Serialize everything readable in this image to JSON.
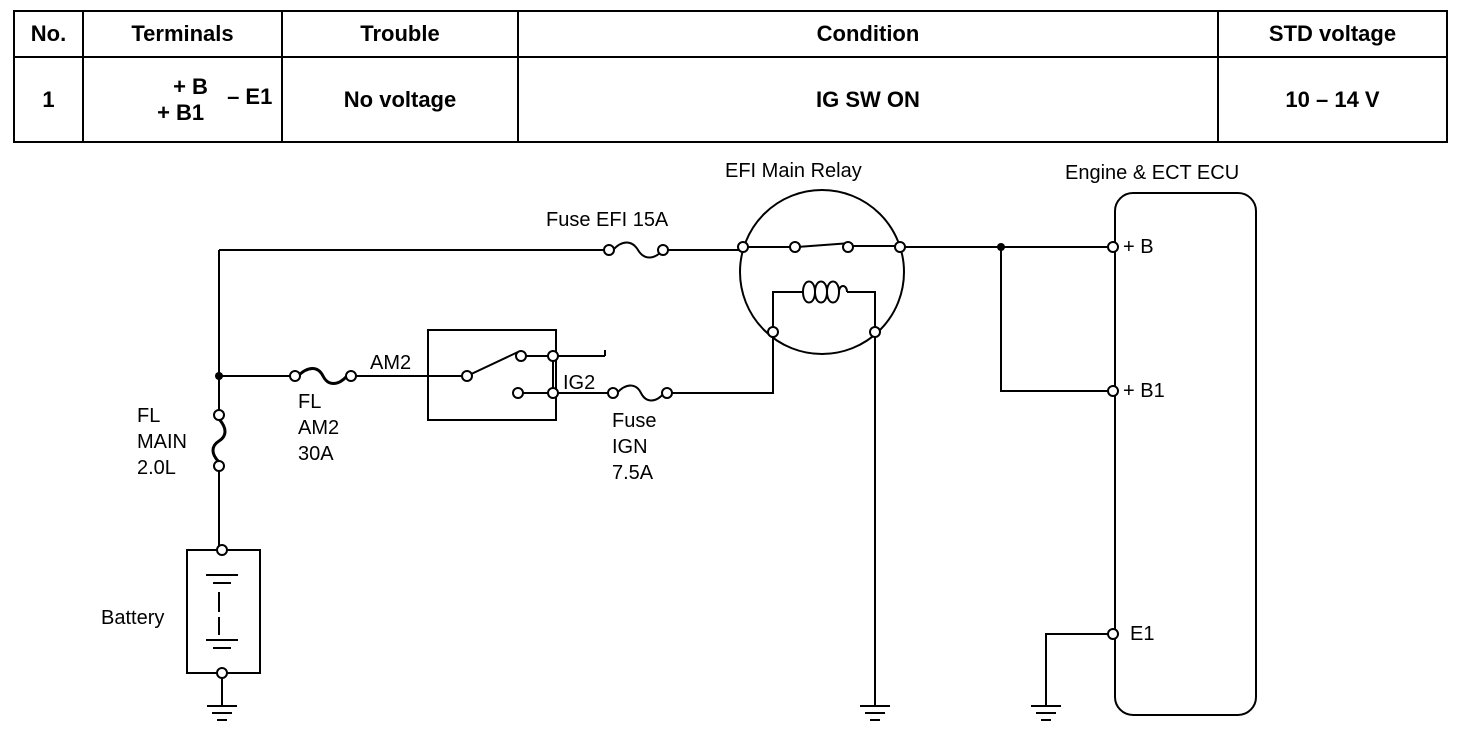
{
  "table": {
    "headers": {
      "no": "No.",
      "terminals": "Terminals",
      "trouble": "Trouble",
      "condition": "Condition",
      "std_voltage": "STD voltage"
    },
    "row": {
      "no": "1",
      "terminal_b": "+ B",
      "terminal_b1": "+ B1",
      "terminal_e1": "– E1",
      "trouble": "No voltage",
      "condition": "IG SW ON",
      "std_voltage": "10 – 14 V"
    }
  },
  "diagram": {
    "efi_main_relay": "EFI Main Relay",
    "ecu_title": "Engine & ECT ECU",
    "fuse_efi": "Fuse EFI 15A",
    "am2": "AM2",
    "ig2": "IG2",
    "fl_am2": [
      "FL",
      "AM2",
      "30A"
    ],
    "fuse_ign": [
      "Fuse",
      "IGN",
      "7.5A"
    ],
    "fl_main": [
      "FL",
      "MAIN",
      "2.0L"
    ],
    "battery": "Battery",
    "pin_b": "+ B",
    "pin_b1": "+ B1",
    "pin_e1": "E1"
  }
}
